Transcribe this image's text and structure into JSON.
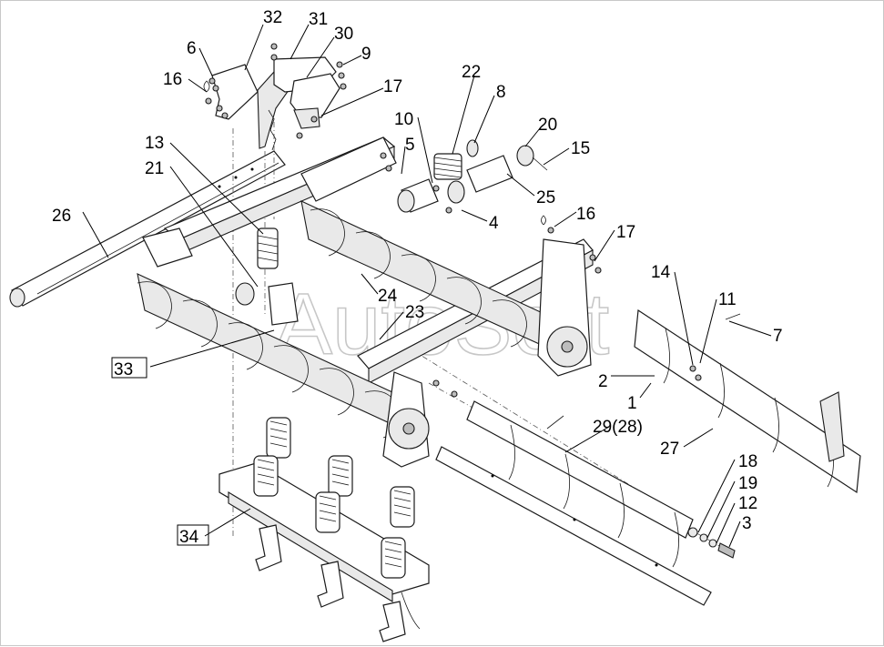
{
  "watermark": "AutoSoft",
  "labels": [
    {
      "id": "32",
      "text": "32"
    },
    {
      "id": "31",
      "text": "31"
    },
    {
      "id": "30",
      "text": "30"
    },
    {
      "id": "6",
      "text": "6"
    },
    {
      "id": "9",
      "text": "9"
    },
    {
      "id": "16a",
      "text": "16"
    },
    {
      "id": "17a",
      "text": "17"
    },
    {
      "id": "22",
      "text": "22"
    },
    {
      "id": "8",
      "text": "8"
    },
    {
      "id": "10",
      "text": "10"
    },
    {
      "id": "20",
      "text": "20"
    },
    {
      "id": "13",
      "text": "13"
    },
    {
      "id": "5",
      "text": "5"
    },
    {
      "id": "15",
      "text": "15"
    },
    {
      "id": "21",
      "text": "21"
    },
    {
      "id": "25",
      "text": "25"
    },
    {
      "id": "26",
      "text": "26"
    },
    {
      "id": "4",
      "text": "4"
    },
    {
      "id": "16b",
      "text": "16"
    },
    {
      "id": "17b",
      "text": "17"
    },
    {
      "id": "14",
      "text": "14"
    },
    {
      "id": "24",
      "text": "24"
    },
    {
      "id": "11",
      "text": "11"
    },
    {
      "id": "23",
      "text": "23"
    },
    {
      "id": "7",
      "text": "7"
    },
    {
      "id": "33",
      "text": "33",
      "boxed": true
    },
    {
      "id": "2",
      "text": "2"
    },
    {
      "id": "1",
      "text": "1"
    },
    {
      "id": "29",
      "text": "29(28)"
    },
    {
      "id": "27",
      "text": "27"
    },
    {
      "id": "18",
      "text": "18"
    },
    {
      "id": "19",
      "text": "19"
    },
    {
      "id": "12",
      "text": "12"
    },
    {
      "id": "3",
      "text": "3"
    },
    {
      "id": "34",
      "text": "34",
      "boxed": true
    }
  ]
}
